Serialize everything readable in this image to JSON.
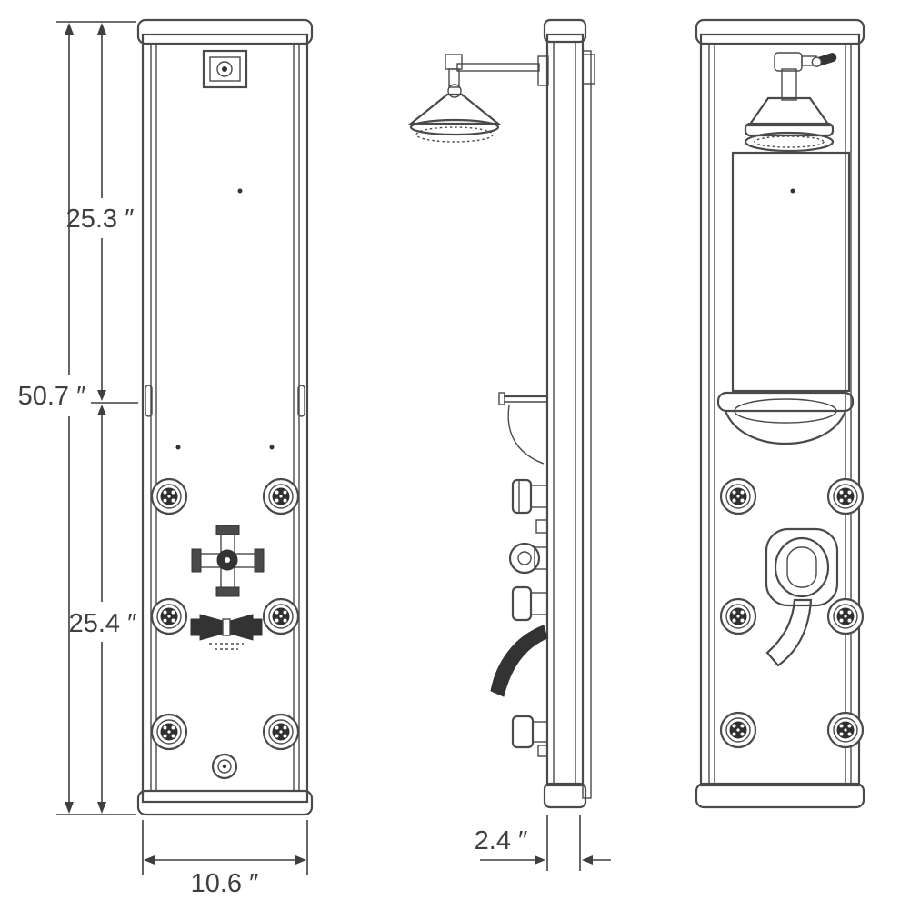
{
  "dims": {
    "height_upper": "25.3 ″",
    "height_total": "50.7 ″",
    "height_lower": "25.4 ″",
    "width": "10.6 ″",
    "depth": "2.4 ″"
  }
}
